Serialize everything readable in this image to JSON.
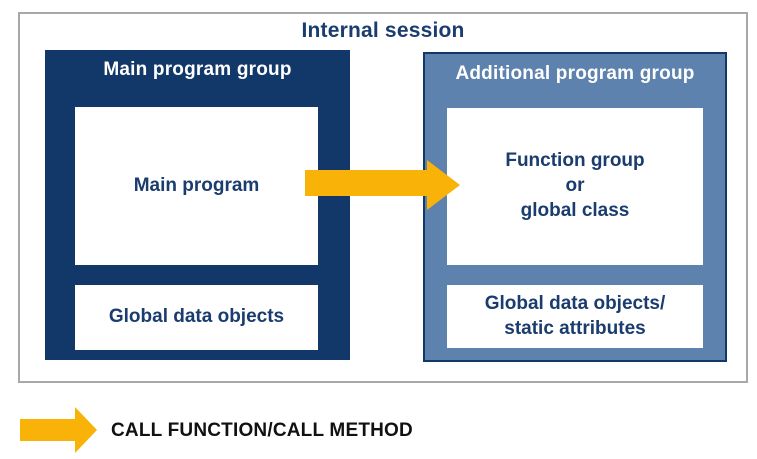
{
  "diagram": {
    "title": "Internal session",
    "groups": [
      {
        "label": "Main program group",
        "boxes": [
          {
            "label": "Main program"
          },
          {
            "label": "Global data objects"
          }
        ]
      },
      {
        "label": "Additional program group",
        "boxes": [
          {
            "label": "Function group\nor\nglobal class"
          },
          {
            "label": "Global data objects/\nstatic attributes"
          }
        ]
      }
    ]
  },
  "legend": {
    "label": "CALL FUNCTION/CALL METHOD"
  },
  "colors": {
    "dark_navy": "#123869",
    "steel_blue": "#5C82AD",
    "arrow_yellow": "#F8B208",
    "text_navy": "#1A3C6E",
    "outer_border_gray": "#A8A8A8",
    "legend_text_black": "#111111"
  },
  "icons": {
    "call_arrow": "right-arrow",
    "legend_arrow": "right-arrow"
  }
}
